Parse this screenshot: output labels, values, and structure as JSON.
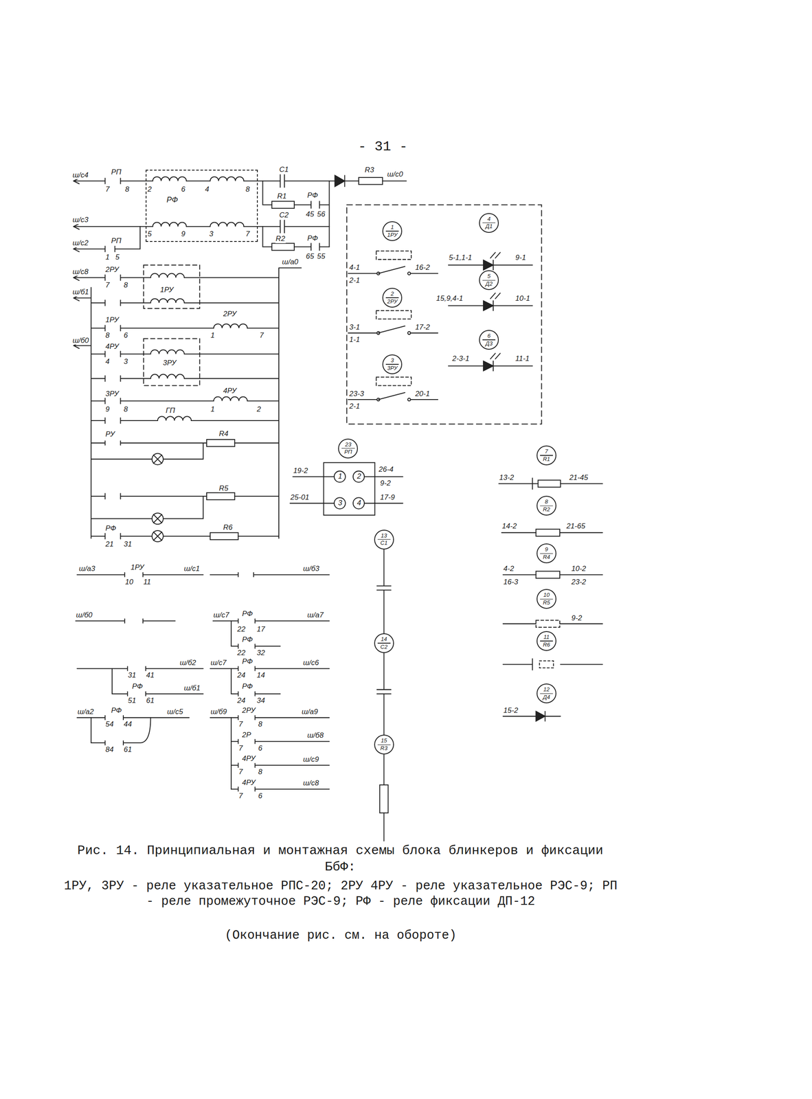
{
  "diagram": {
    "caption": "Рис. 14. Принципиальная и монтажная схемы блока блинкеров и фиксации БбФ:",
    "nodes": [
      {
        "text": [
          "РФ"
        ]
      },
      {
        "text": [
          "1",
          "1РУ"
        ]
      },
      {
        "text": [
          "4",
          "Д1"
        ]
      },
      {
        "text": [
          "2",
          "2РУ"
        ]
      },
      {
        "text": [
          "5",
          "Д2"
        ]
      },
      {
        "text": [
          "3",
          "3РУ"
        ]
      },
      {
        "text": [
          "6",
          "Д3"
        ]
      },
      {
        "text": [
          "23",
          "РП"
        ]
      },
      {
        "text": [
          "7",
          "R1"
        ]
      },
      {
        "text": [
          "8",
          "R2"
        ]
      },
      {
        "text": [
          "13",
          "С1"
        ]
      },
      {
        "text": [
          "9",
          "R4"
        ]
      },
      {
        "text": [
          "10",
          "R5"
        ]
      },
      {
        "text": [
          "11",
          "R6"
        ]
      },
      {
        "text": [
          "14",
          "С2"
        ]
      },
      {
        "text": [
          "12",
          "Д4"
        ]
      },
      {
        "text": [
          "15",
          "R3"
        ]
      }
    ],
    "labels": [
      "- 31 -",
      "ш/с4",
      "РП",
      "7",
      "8",
      "2",
      "6",
      "4",
      "8",
      "С1",
      "R1",
      "РФ",
      "45",
      "56",
      "R3",
      "ш/с0",
      "ш/с3",
      "5",
      "9",
      "3",
      "7",
      "С2",
      "R2",
      "РФ",
      "65",
      "55",
      "ш/с2",
      "РП",
      "1",
      "5",
      "ш/с8",
      "2РУ",
      "7",
      "8",
      "ш/а0",
      "1РУ",
      "ш/б1",
      "1РУ",
      "8",
      "6",
      "2РУ",
      "1",
      "7",
      "ш/б0",
      "4РУ",
      "4",
      "3",
      "3РУ",
      "3РУ",
      "9",
      "8",
      "4РУ",
      "1",
      "2",
      "ГП",
      "РУ",
      "R4",
      "R5",
      "R6",
      "РФ",
      "21",
      "31",
      "4-1",
      "2-1",
      "16-2",
      "3-1",
      "1-1",
      "17-2",
      "23-3",
      "2-1",
      "20-1",
      "5-1,1-1",
      "9-1",
      "15,9,4-1",
      "10-1",
      "2-3-1",
      "11-1",
      "19-2",
      "26-4",
      "9-2",
      "25-01",
      "17-9",
      "1",
      "2",
      "3",
      "4",
      "13-2",
      "21-45",
      "14-2",
      "21-65",
      "4-2",
      "16-3",
      "10-2",
      "23-2",
      "9-2",
      "15-2",
      "ш/а3",
      "1РУ",
      "ш/с1",
      "ш/б3",
      "10",
      "11",
      "ш/б0",
      "ш/с7",
      "РФ",
      "ш/а7",
      "22",
      "17",
      "РФ",
      "22",
      "32",
      "ш/б2",
      "ш/с7",
      "РФ",
      "ш/с6",
      "31",
      "41",
      "24",
      "14",
      "РФ",
      "ш/б1",
      "РФ",
      "51",
      "61",
      "24",
      "34",
      "ш/а2",
      "РФ",
      "ш/с5",
      "ш/б9",
      "2РУ",
      "ш/а9",
      "54",
      "44",
      "7",
      "8",
      "2Р",
      "ш/б8",
      "84",
      "61",
      "7",
      "6",
      "4РУ",
      "ш/с9",
      "7",
      "8",
      "4РУ",
      "ш/с8",
      "7",
      "6",
      "1РУ, 3РУ - реле указательное РПС-20; 2РУ 4РУ - реле указательное РЭС-9; РП - реле промежуточное РЭС-9; РФ - реле фиксации ДП-12",
      "(Окончание рис. см. на обороте)"
    ]
  }
}
